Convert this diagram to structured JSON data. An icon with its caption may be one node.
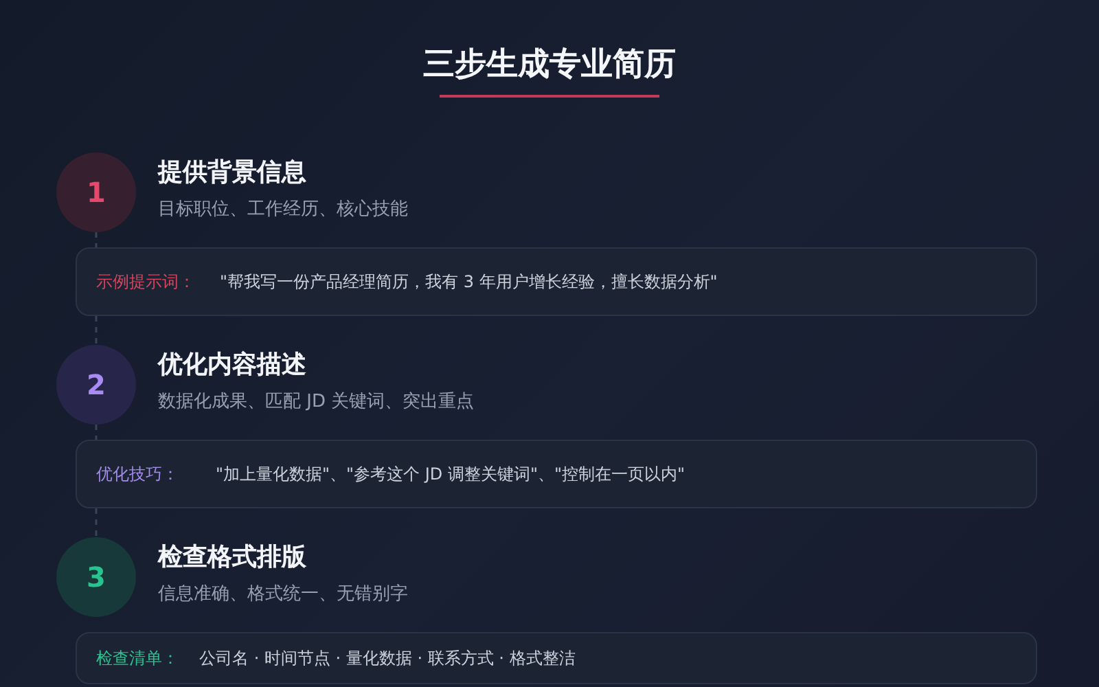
{
  "diagram": {
    "title": "三步生成专业简历",
    "nodes": [
      {
        "text": [
          "1"
        ],
        "beside": [
          "提供背景信息",
          "目标职位、工作经历、核心技能"
        ]
      },
      {
        "text": [
          "示例提示词：",
          "\"帮我写一份产品经理简历，我有 3 年用户增长经验，擅长数据分析\""
        ]
      },
      {
        "text": [
          "2"
        ],
        "beside": [
          "优化内容描述",
          "数据化成果、匹配 JD 关键词、突出重点"
        ]
      },
      {
        "text": [
          "优化技巧：",
          "\"加上量化数据\"、\"参考这个 JD 调整关键词\"、\"控制在一页以内\""
        ]
      },
      {
        "text": [
          "3"
        ],
        "beside": [
          "检查格式排版",
          "信息准确、格式统一、无错别字"
        ]
      },
      {
        "text": [
          "检查清单：",
          "公司名 · 时间节点 · 量化数据 · 联系方式 · 格式整洁"
        ]
      }
    ],
    "edges": [
      {
        "from": 0,
        "to": 1,
        "arrow": "none",
        "style": "dashed"
      },
      {
        "from": 1,
        "to": 2,
        "arrow": "none",
        "style": "dashed"
      },
      {
        "from": 2,
        "to": 3,
        "arrow": "none",
        "style": "dashed"
      },
      {
        "from": 3,
        "to": 4,
        "arrow": "none",
        "style": "dashed"
      }
    ]
  }
}
